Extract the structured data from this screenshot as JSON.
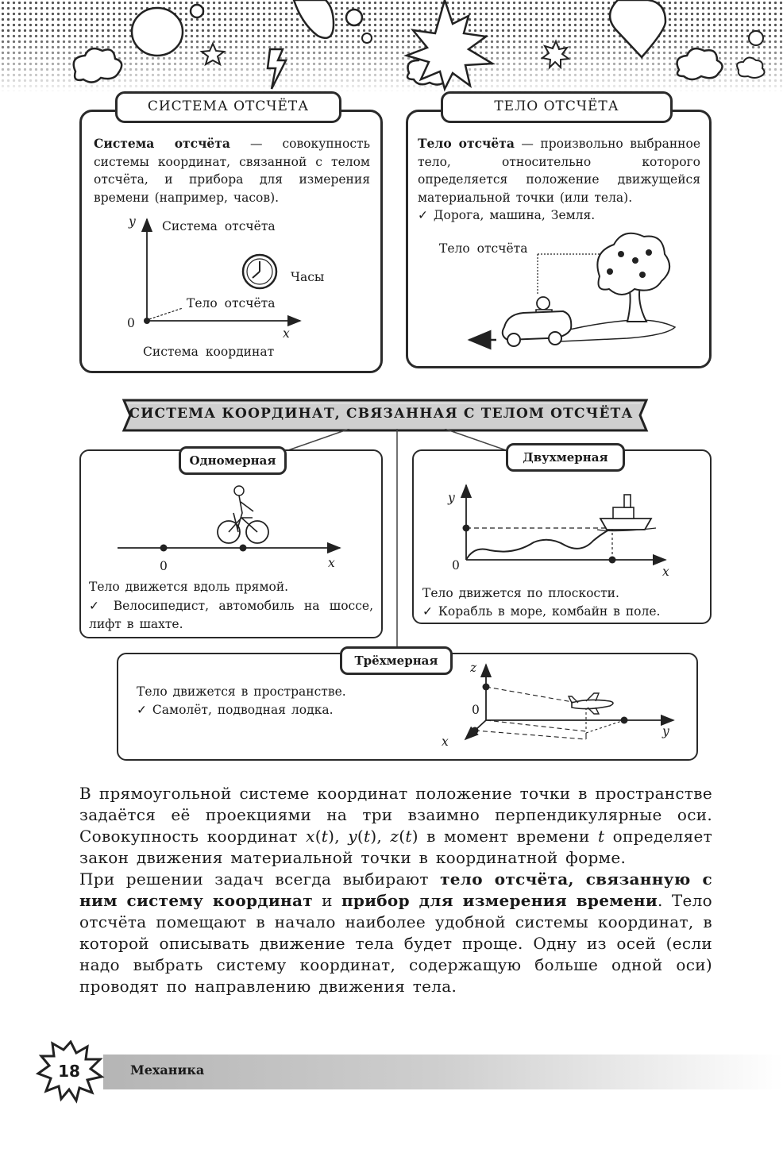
{
  "box1": {
    "title": "СИСТЕМА ОТСЧЁТА",
    "def_term": "Система отсчёта",
    "def_text": " — совокупность системы координат, связанной с телом отсчёта, и прибора для измерения времени (например, часов).",
    "diagram": {
      "axis_y": "y",
      "axis_x": "x",
      "origin": "0",
      "label_system": "Система отсчёта",
      "label_clock": "Часы",
      "label_body": "Тело отсчёта",
      "label_coords": "Система координат"
    }
  },
  "box2": {
    "title": "ТЕЛО ОТСЧЁТА",
    "def_term": "Тело отсчёта",
    "def_text": " — произвольно выбранное тело, относительно которого определяется положение движущейся материальной точки (или тела).",
    "example": "✓ Дорога, машина, Земля.",
    "illustration_label": "Тело отсчёта"
  },
  "banner": {
    "title": "СИСТЕМА КООРДИНАТ, СВЯЗАННАЯ С ТЕЛОМ ОТСЧЁТА"
  },
  "one_dim": {
    "title": "Одномерная",
    "origin": "0",
    "axis_x": "x",
    "text": "Тело движется вдоль прямой.",
    "example": "✓ Велосипедист, автомобиль на шоссе, лифт в шахте."
  },
  "two_dim": {
    "title": "Двухмерная",
    "axis_y": "y",
    "axis_x": "x",
    "origin": "0",
    "text": "Тело движется по плоскости.",
    "example": "✓ Корабль в море, комбайн в поле."
  },
  "three_dim": {
    "title": "Трёхмерная",
    "text": "Тело движется в пространстве.",
    "example": "✓ Самолёт, подводная лодка.",
    "axis_z": "z",
    "axis_y": "y",
    "axis_x": "x",
    "origin": "0"
  },
  "main": {
    "p1_a": "В прямоугольной системе координат положение точки в пространстве задаётся её проекциями на три взаимно перпендикулярные оси. Совокупность координат ",
    "p1_x": "x",
    "p1_y": "y",
    "p1_z": "z",
    "p1_t": "t",
    "p1_b": " определяет закон движения материальной точки в координатной форме.",
    "p2_a": "При решении задач всегда выбирают ",
    "p2_b1": "тело отсчёта, связанную с ним систему координат",
    "p2_and": " и ",
    "p2_b2": "прибор для измерения времени",
    "p2_c": ". Тело отсчёта помещают в начало наиболее удобной системы координат, в которой описывать движение тела будет проще. Одну из осей (если надо выбрать систему координат, содержащую больше одной оси) проводят по направлению движения тела."
  },
  "footer": {
    "page_number": "18",
    "section": "Механика"
  }
}
